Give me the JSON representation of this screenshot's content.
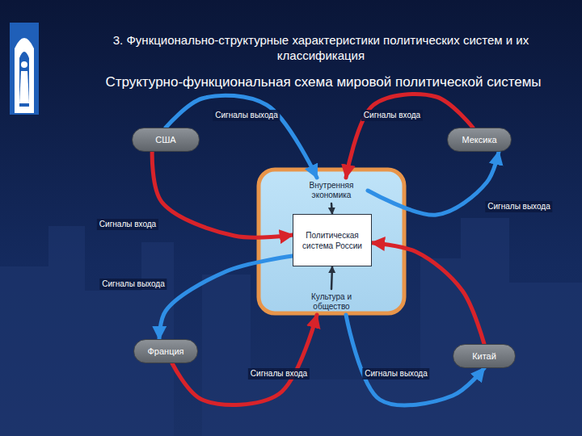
{
  "diagram": {
    "title": "3. Функционально-структурные характеристики политических систем и их классификация",
    "nodes": [
      {
        "text": [
          "США"
        ]
      },
      {
        "text": [
          "Мексика"
        ]
      },
      {
        "text": [
          "Внутренняя экономика"
        ]
      },
      {
        "text": [
          "Политическая система России"
        ]
      },
      {
        "text": [
          "Культура и общество"
        ]
      },
      {
        "text": [
          "Франция"
        ]
      },
      {
        "text": [
          "Китай"
        ]
      }
    ],
    "edges": [
      {
        "from": 0,
        "to": 2,
        "label": "Сигналы выхода",
        "arrow": "to"
      },
      {
        "from": 1,
        "to": 2,
        "label": "Сигналы входа",
        "arrow": "to"
      },
      {
        "from": 2,
        "to": 1,
        "label": "Сигналы выхода",
        "arrow": "to"
      },
      {
        "from": 0,
        "to": 3,
        "label": "Сигналы входа",
        "arrow": "to"
      },
      {
        "from": 3,
        "to": 5,
        "label": "Сигналы выхода",
        "arrow": "to"
      },
      {
        "from": 5,
        "to": 4,
        "label": "Сигналы входа",
        "arrow": "to"
      },
      {
        "from": 4,
        "to": 6,
        "label": "Сигналы выхода",
        "arrow": "to"
      },
      {
        "from": 6,
        "to": 3,
        "arrow": "to"
      },
      {
        "from": 2,
        "to": 3,
        "arrow": "to"
      },
      {
        "from": 4,
        "to": 3,
        "arrow": "to"
      }
    ],
    "labels": [
      "Структурно-функциональная схема мировой политической системы"
    ]
  }
}
